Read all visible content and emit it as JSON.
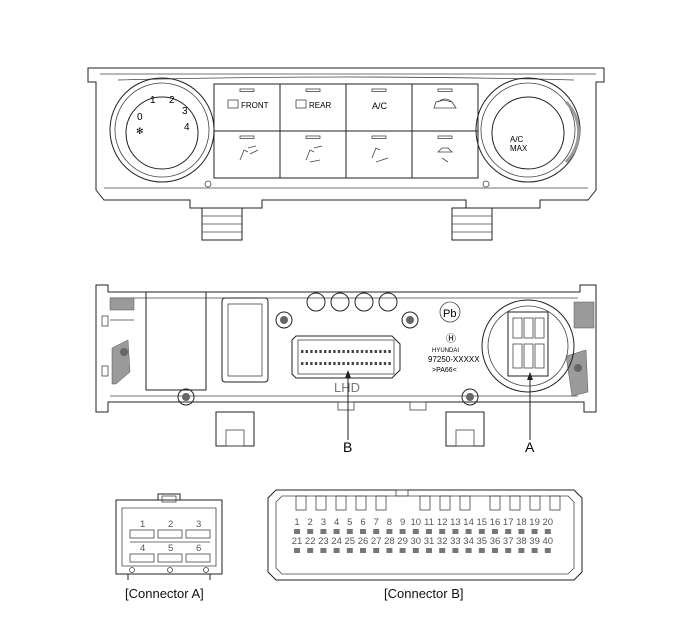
{
  "control_panel": {
    "left_knob_marks": [
      "0",
      "1",
      "2",
      "3",
      "4"
    ],
    "buttons_top": [
      "FRONT",
      "REAR",
      "A/C",
      ""
    ],
    "buttons_bottom": [
      "",
      "",
      "",
      ""
    ],
    "right_knob_label": [
      "A/C",
      "MAX"
    ],
    "colors": {
      "line": "#222222",
      "background": "#ffffff"
    }
  },
  "rear_view": {
    "label_unit": "LHD",
    "brand": "HYUNDAI",
    "part_number": "97250-XXXXX",
    "material": ">PA66<",
    "recycle_mark": "Pb",
    "pointer_b": "B",
    "pointer_a": "A"
  },
  "connector_a": {
    "caption": "[Connector A]",
    "pins_row1": [
      "1",
      "2",
      "3"
    ],
    "pins_row2": [
      "4",
      "5",
      "6"
    ]
  },
  "connector_b": {
    "caption": "[Connector B]",
    "pins_row1": [
      "1",
      "2",
      "3",
      "4",
      "5",
      "6",
      "7",
      "8",
      "9",
      "10",
      "11",
      "12",
      "13",
      "14",
      "15",
      "16",
      "17",
      "18",
      "19",
      "20"
    ],
    "pins_row2": [
      "21",
      "22",
      "23",
      "24",
      "25",
      "26",
      "27",
      "28",
      "29",
      "30",
      "31",
      "32",
      "33",
      "34",
      "35",
      "36",
      "37",
      "38",
      "39",
      "40"
    ]
  }
}
